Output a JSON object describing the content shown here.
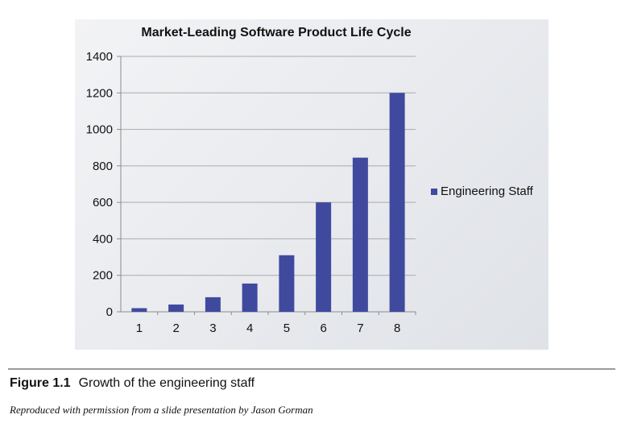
{
  "chart_data": {
    "type": "bar",
    "title": "Market-Leading Software Product Life Cycle",
    "xlabel": "",
    "ylabel": "",
    "categories": [
      "1",
      "2",
      "3",
      "4",
      "5",
      "6",
      "7",
      "8"
    ],
    "series": [
      {
        "name": "Engineering Staff",
        "values": [
          20,
          40,
          80,
          155,
          310,
          600,
          845,
          1200
        ],
        "color": "#3f4a9f"
      }
    ],
    "ylim": [
      0,
      1400
    ],
    "yticks": [
      0,
      200,
      400,
      600,
      800,
      1000,
      1200,
      1400
    ],
    "grid": true,
    "legend_position": "right"
  },
  "caption": {
    "label": "Figure 1.1",
    "text": "Growth of the engineering staff",
    "credit": "Reproduced with permission from a slide presentation by Jason Gorman"
  }
}
